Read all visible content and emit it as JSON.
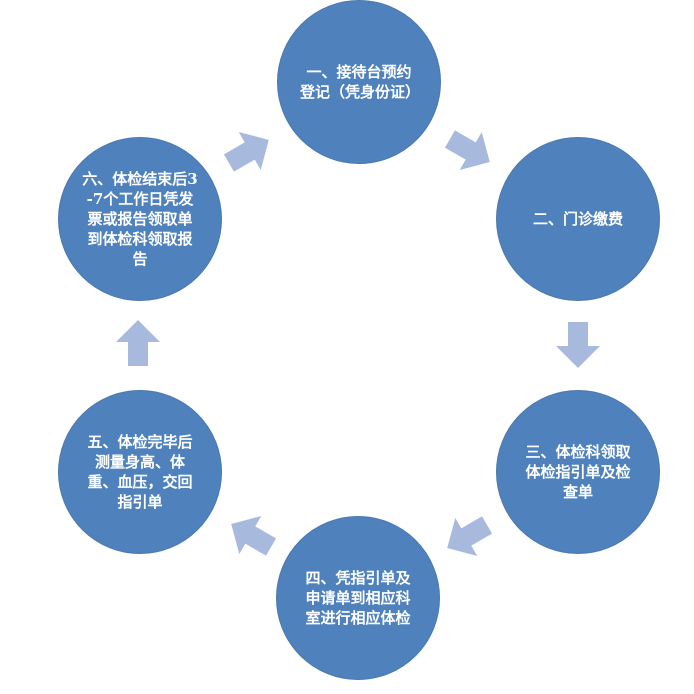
{
  "steps": [
    {
      "text": "一、接待台预约登记（凭身份证）"
    },
    {
      "text": "二、门诊缴费"
    },
    {
      "text": "三、体检科领取体检指引单及检查单"
    },
    {
      "text": "四、凭指引单及申请单到相应科室进行相应体检"
    },
    {
      "text": "五、体检完毕后测量身高、体重、血压，交回指引单"
    },
    {
      "text": "六、体检结束后3-7个工作日凭发票或报告领取单到体检科领取报告"
    }
  ],
  "colors": {
    "node_fill": "#4f81bd",
    "arrow_fill": "#a7b9dc",
    "text": "#ffffff"
  },
  "icons": {
    "arrow": "block-arrow"
  }
}
